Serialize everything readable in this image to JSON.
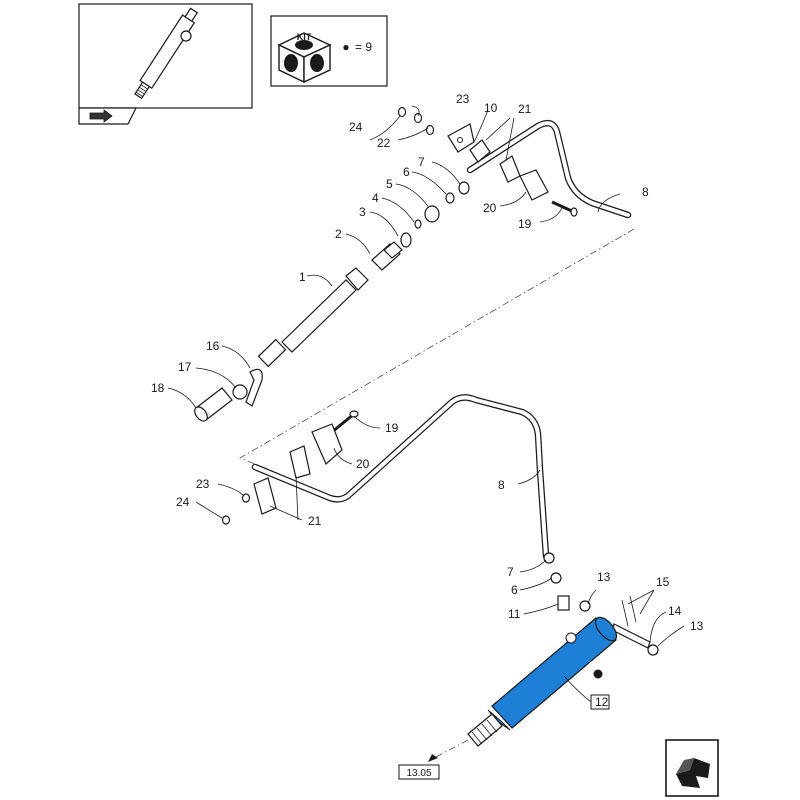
{
  "kit": {
    "label": "KIT",
    "dot_symbol": "●",
    "equals": "= 9"
  },
  "callouts": {
    "c1": "1",
    "c2": "2",
    "c3": "3",
    "c4": "4",
    "c5": "5",
    "c6a": "6",
    "c7a": "7",
    "c8a": "8",
    "c10": "10",
    "c16": "16",
    "c17": "17",
    "c18": "18",
    "c19a": "19",
    "c20a": "20",
    "c21a": "21",
    "c22": "22",
    "c23a": "23",
    "c24a": "24",
    "c8b": "8",
    "c19b": "19",
    "c20b": "20",
    "c21b": "21",
    "c23b": "23",
    "c24b": "24",
    "c7b": "7",
    "c6b": "6",
    "c11": "11",
    "c13a": "13",
    "c13b": "13",
    "c14": "14",
    "c15": "15",
    "c12": "12"
  },
  "reference": "13.05",
  "colors": {
    "highlight": "#1E7FD6",
    "ink": "#1a1a1a"
  },
  "icons": [
    "arrow-nav-icon",
    "kit-cube-icon",
    "exit-arrow-icon"
  ]
}
